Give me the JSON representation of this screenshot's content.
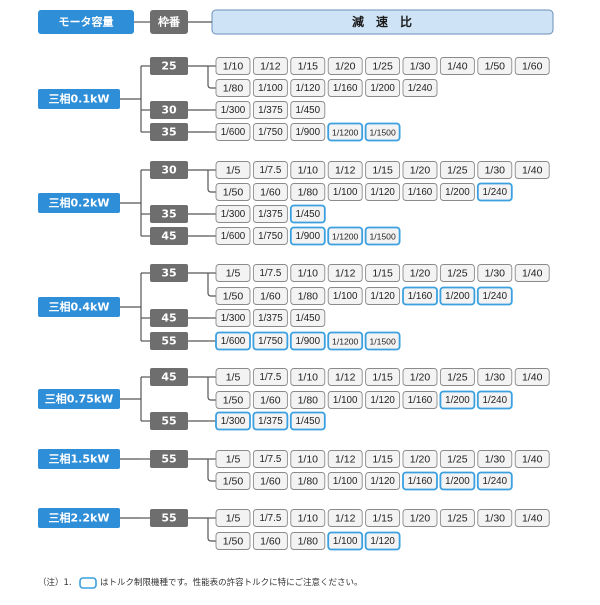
{
  "header": {
    "motor_capacity_label": "モータ容量",
    "frame_label": "枠番",
    "ratio_label": "減　速　比"
  },
  "groups": [
    {
      "motor": "三相0.1kW",
      "frames": [
        {
          "frame": "25",
          "rows": [
            [
              {
                "v": "1/10",
                "hl": false
              },
              {
                "v": "1/12",
                "hl": false
              },
              {
                "v": "1/15",
                "hl": false
              },
              {
                "v": "1/20",
                "hl": false
              },
              {
                "v": "1/25",
                "hl": false
              },
              {
                "v": "1/30",
                "hl": false
              },
              {
                "v": "1/40",
                "hl": false
              },
              {
                "v": "1/50",
                "hl": false
              },
              {
                "v": "1/60",
                "hl": false
              }
            ],
            [
              {
                "v": "1/80",
                "hl": false
              },
              {
                "v": "1/100",
                "hl": false
              },
              {
                "v": "1/120",
                "hl": false
              },
              {
                "v": "1/160",
                "hl": false
              },
              {
                "v": "1/200",
                "hl": false
              },
              {
                "v": "1/240",
                "hl": false
              }
            ]
          ]
        },
        {
          "frame": "30",
          "rows": [
            [
              {
                "v": "1/300",
                "hl": false
              },
              {
                "v": "1/375",
                "hl": false
              },
              {
                "v": "1/450",
                "hl": false
              }
            ]
          ]
        },
        {
          "frame": "35",
          "rows": [
            [
              {
                "v": "1/600",
                "hl": false
              },
              {
                "v": "1/750",
                "hl": false
              },
              {
                "v": "1/900",
                "hl": false
              },
              {
                "v": "1/1200",
                "hl": true
              },
              {
                "v": "1/1500",
                "hl": true
              }
            ]
          ]
        }
      ]
    },
    {
      "motor": "三相0.2kW",
      "frames": [
        {
          "frame": "30",
          "rows": [
            [
              {
                "v": "1/5",
                "hl": false
              },
              {
                "v": "1/7.5",
                "hl": false
              },
              {
                "v": "1/10",
                "hl": false
              },
              {
                "v": "1/12",
                "hl": false
              },
              {
                "v": "1/15",
                "hl": false
              },
              {
                "v": "1/20",
                "hl": false
              },
              {
                "v": "1/25",
                "hl": false
              },
              {
                "v": "1/30",
                "hl": false
              },
              {
                "v": "1/40",
                "hl": false
              }
            ],
            [
              {
                "v": "1/50",
                "hl": false
              },
              {
                "v": "1/60",
                "hl": false
              },
              {
                "v": "1/80",
                "hl": false
              },
              {
                "v": "1/100",
                "hl": false
              },
              {
                "v": "1/120",
                "hl": false
              },
              {
                "v": "1/160",
                "hl": false
              },
              {
                "v": "1/200",
                "hl": false
              },
              {
                "v": "1/240",
                "hl": true
              }
            ]
          ]
        },
        {
          "frame": "35",
          "rows": [
            [
              {
                "v": "1/300",
                "hl": false
              },
              {
                "v": "1/375",
                "hl": false
              },
              {
                "v": "1/450",
                "hl": true
              }
            ]
          ]
        },
        {
          "frame": "45",
          "rows": [
            [
              {
                "v": "1/600",
                "hl": false
              },
              {
                "v": "1/750",
                "hl": false
              },
              {
                "v": "1/900",
                "hl": true
              },
              {
                "v": "1/1200",
                "hl": true
              },
              {
                "v": "1/1500",
                "hl": true
              }
            ]
          ]
        }
      ]
    },
    {
      "motor": "三相0.4kW",
      "frames": [
        {
          "frame": "35",
          "rows": [
            [
              {
                "v": "1/5",
                "hl": false
              },
              {
                "v": "1/7.5",
                "hl": false
              },
              {
                "v": "1/10",
                "hl": false
              },
              {
                "v": "1/12",
                "hl": false
              },
              {
                "v": "1/15",
                "hl": false
              },
              {
                "v": "1/20",
                "hl": false
              },
              {
                "v": "1/25",
                "hl": false
              },
              {
                "v": "1/30",
                "hl": false
              },
              {
                "v": "1/40",
                "hl": false
              }
            ],
            [
              {
                "v": "1/50",
                "hl": false
              },
              {
                "v": "1/60",
                "hl": false
              },
              {
                "v": "1/80",
                "hl": false
              },
              {
                "v": "1/100",
                "hl": false
              },
              {
                "v": "1/120",
                "hl": false
              },
              {
                "v": "1/160",
                "hl": true
              },
              {
                "v": "1/200",
                "hl": true
              },
              {
                "v": "1/240",
                "hl": true
              }
            ]
          ]
        },
        {
          "frame": "45",
          "rows": [
            [
              {
                "v": "1/300",
                "hl": false
              },
              {
                "v": "1/375",
                "hl": false
              },
              {
                "v": "1/450",
                "hl": false
              }
            ]
          ]
        },
        {
          "frame": "55",
          "rows": [
            [
              {
                "v": "1/600",
                "hl": true
              },
              {
                "v": "1/750",
                "hl": true
              },
              {
                "v": "1/900",
                "hl": true
              },
              {
                "v": "1/1200",
                "hl": true
              },
              {
                "v": "1/1500",
                "hl": true
              }
            ]
          ]
        }
      ]
    },
    {
      "motor": "三相0.75kW",
      "frames": [
        {
          "frame": "45",
          "rows": [
            [
              {
                "v": "1/5",
                "hl": false
              },
              {
                "v": "1/7.5",
                "hl": false
              },
              {
                "v": "1/10",
                "hl": false
              },
              {
                "v": "1/12",
                "hl": false
              },
              {
                "v": "1/15",
                "hl": false
              },
              {
                "v": "1/20",
                "hl": false
              },
              {
                "v": "1/25",
                "hl": false
              },
              {
                "v": "1/30",
                "hl": false
              },
              {
                "v": "1/40",
                "hl": false
              }
            ],
            [
              {
                "v": "1/50",
                "hl": false
              },
              {
                "v": "1/60",
                "hl": false
              },
              {
                "v": "1/80",
                "hl": false
              },
              {
                "v": "1/100",
                "hl": false
              },
              {
                "v": "1/120",
                "hl": false
              },
              {
                "v": "1/160",
                "hl": false
              },
              {
                "v": "1/200",
                "hl": true
              },
              {
                "v": "1/240",
                "hl": true
              }
            ]
          ]
        },
        {
          "frame": "55",
          "rows": [
            [
              {
                "v": "1/300",
                "hl": true
              },
              {
                "v": "1/375",
                "hl": true
              },
              {
                "v": "1/450",
                "hl": true
              }
            ]
          ]
        }
      ]
    },
    {
      "motor": "三相1.5kW",
      "frames": [
        {
          "frame": "55",
          "rows": [
            [
              {
                "v": "1/5",
                "hl": false
              },
              {
                "v": "1/7.5",
                "hl": false
              },
              {
                "v": "1/10",
                "hl": false
              },
              {
                "v": "1/12",
                "hl": false
              },
              {
                "v": "1/15",
                "hl": false
              },
              {
                "v": "1/20",
                "hl": false
              },
              {
                "v": "1/25",
                "hl": false
              },
              {
                "v": "1/30",
                "hl": false
              },
              {
                "v": "1/40",
                "hl": false
              }
            ],
            [
              {
                "v": "1/50",
                "hl": false
              },
              {
                "v": "1/60",
                "hl": false
              },
              {
                "v": "1/80",
                "hl": false
              },
              {
                "v": "1/100",
                "hl": false
              },
              {
                "v": "1/120",
                "hl": false
              },
              {
                "v": "1/160",
                "hl": true
              },
              {
                "v": "1/200",
                "hl": true
              },
              {
                "v": "1/240",
                "hl": true
              }
            ]
          ]
        }
      ]
    },
    {
      "motor": "三相2.2kW",
      "frames": [
        {
          "frame": "55",
          "rows": [
            [
              {
                "v": "1/5",
                "hl": false
              },
              {
                "v": "1/7.5",
                "hl": false
              },
              {
                "v": "1/10",
                "hl": false
              },
              {
                "v": "1/12",
                "hl": false
              },
              {
                "v": "1/15",
                "hl": false
              },
              {
                "v": "1/20",
                "hl": false
              },
              {
                "v": "1/25",
                "hl": false
              },
              {
                "v": "1/30",
                "hl": false
              },
              {
                "v": "1/40",
                "hl": false
              }
            ],
            [
              {
                "v": "1/50",
                "hl": false
              },
              {
                "v": "1/60",
                "hl": false
              },
              {
                "v": "1/80",
                "hl": false
              },
              {
                "v": "1/100",
                "hl": true
              },
              {
                "v": "1/120",
                "hl": true
              }
            ]
          ]
        }
      ]
    }
  ],
  "note": {
    "prefix": "（注）1.",
    "text": "はトルク制限機種です。性能表の許容トルクに特にご注意ください。"
  },
  "colors": {
    "motor_box": "#2f8ed8",
    "frame_box": "#6e6e6e",
    "header_bar": "#cfe3f6",
    "header_border": "#6a8fb8",
    "cell_fill": "#f3f3f3",
    "cell_border": "#8a8a8a",
    "highlight_border": "#3aa0e0",
    "line": "#555555"
  }
}
